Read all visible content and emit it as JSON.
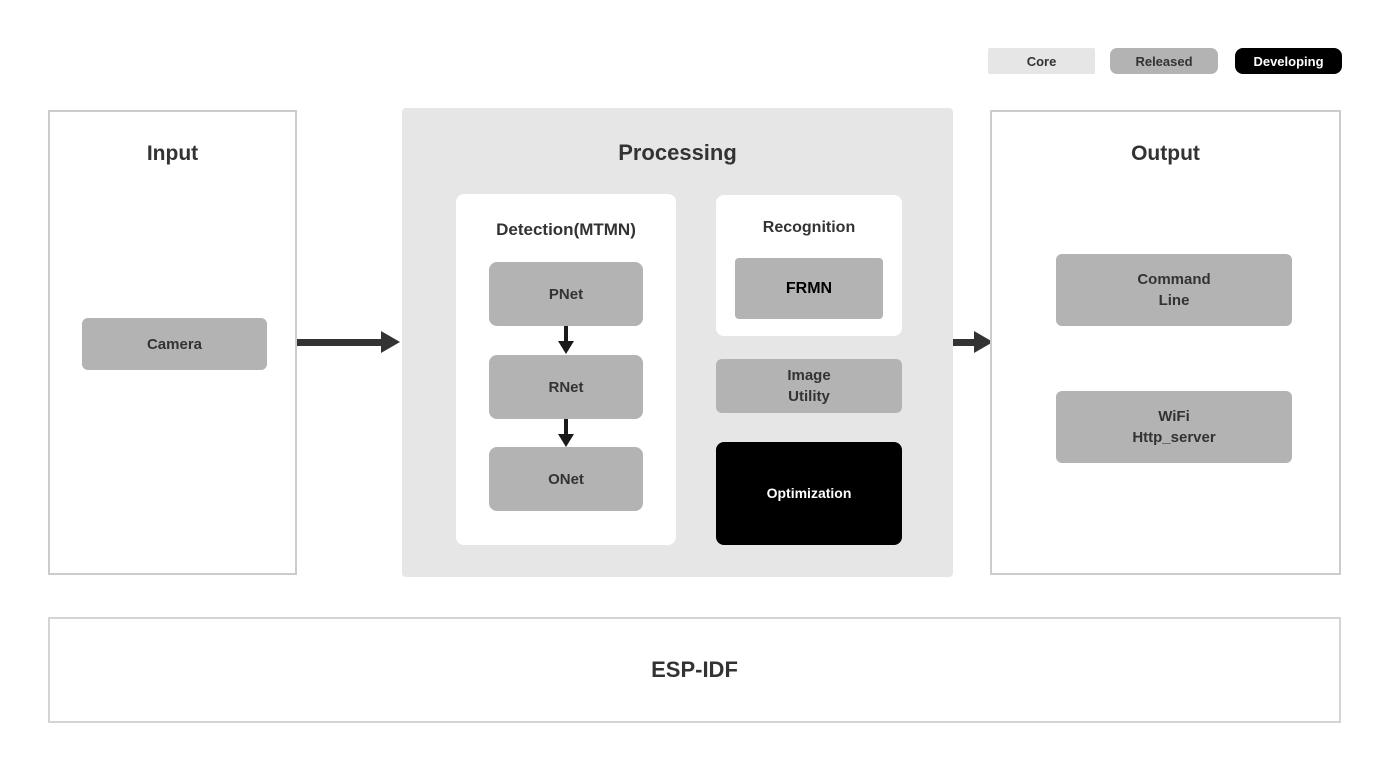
{
  "legend": {
    "core": "Core",
    "released": "Released",
    "developing": "Developing"
  },
  "colors": {
    "core_fill": "#e6e6e6",
    "released_fill": "#b3b3b3",
    "developing_fill": "#000000",
    "panel_border": "#cccccc",
    "arrow": "#333333"
  },
  "input": {
    "title": "Input",
    "camera": "Camera"
  },
  "processing": {
    "title": "Processing",
    "detection": {
      "title": "Detection(MTMN)",
      "nodes": [
        "PNet",
        "RNet",
        "ONet"
      ]
    },
    "recognition": {
      "title": "Recognition",
      "frmn": "FRMN"
    },
    "image_utility": "Image\nUtility",
    "optimization": "Optimization"
  },
  "output": {
    "title": "Output",
    "command_line": "Command\nLine",
    "wifi_http_server": "WiFi\nHttp_server"
  },
  "foundation": {
    "title": "ESP-IDF"
  }
}
